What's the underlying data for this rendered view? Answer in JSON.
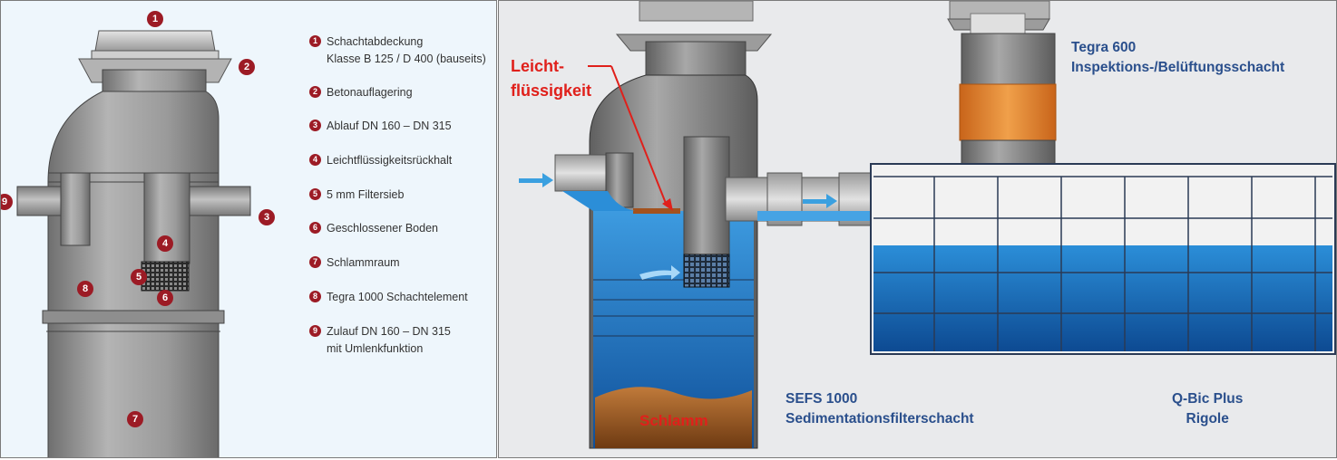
{
  "left": {
    "legend": [
      {
        "num": "1",
        "text": "Schachtabdeckung\nKlasse B 125 / D 400 (bauseits)"
      },
      {
        "num": "2",
        "text": "Betonauflagering"
      },
      {
        "num": "3",
        "text": "Ablauf DN 160 – DN 315"
      },
      {
        "num": "4",
        "text": "Leichtflüssigkeitsrückhalt"
      },
      {
        "num": "5",
        "text": "5 mm Filtersieb"
      },
      {
        "num": "6",
        "text": "Geschlossener Boden"
      },
      {
        "num": "7",
        "text": "Schlammraum"
      },
      {
        "num": "8",
        "text": "Tegra 1000 Schachtelement"
      },
      {
        "num": "9",
        "text": "Zulauf DN 160 – DN 315\nmit Umlenkfunktion"
      }
    ],
    "callouts": [
      "1",
      "2",
      "3",
      "4",
      "5",
      "6",
      "7",
      "8",
      "9"
    ]
  },
  "right": {
    "leicht_label": "Leicht-\nflüssigkeit",
    "schlamm_label": "Schlamm",
    "tegra600_label": "Tegra 600\nInspektions-/Belüftungsschacht",
    "sefs_label": "SEFS 1000\nSedimentationsfilterschacht",
    "qbic_label": "Q-Bic Plus\nRigole"
  },
  "colors": {
    "badge_red": "#9c1b25",
    "label_blue": "#2a4f8c",
    "label_red": "#e0201b",
    "water_blue": "#1a7cc4",
    "shaft_gray": "#8f8f8f",
    "sludge_brown": "#9a5a22",
    "orange_sleeve": "#e8862a"
  }
}
